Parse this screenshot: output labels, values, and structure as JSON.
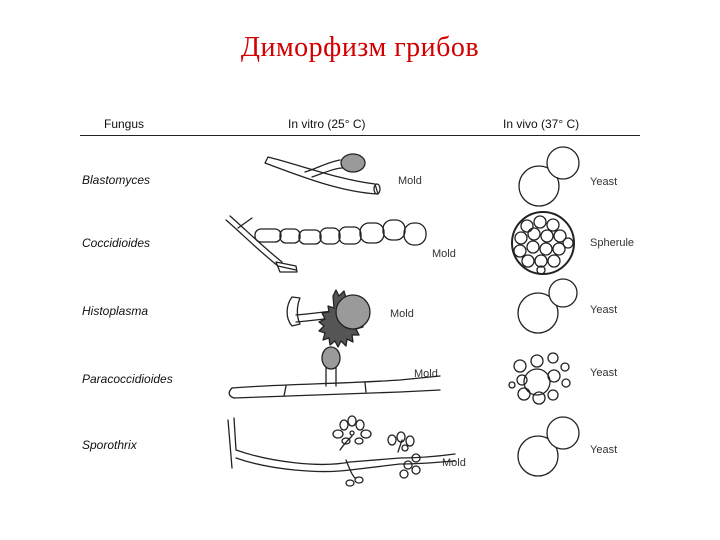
{
  "title": "Диморфизм грибов",
  "header": {
    "fungus": "Fungus",
    "in_vitro": "In vitro (25° C)",
    "in_vivo": "In vivo (37° C)"
  },
  "rows": [
    {
      "fungus": "Blastomyces",
      "vitro": "Mold",
      "vivo": "Yeast"
    },
    {
      "fungus": "Coccidioides",
      "vitro": "Mold",
      "vivo": "Spherule"
    },
    {
      "fungus": "Histoplasma",
      "vitro": "Mold",
      "vivo": "Yeast"
    },
    {
      "fungus": "Paracoccidioides",
      "vitro": "Mold",
      "vivo": "Yeast"
    },
    {
      "fungus": "Sporothrix",
      "vitro": "Mold",
      "vivo": "Yeast"
    }
  ]
}
